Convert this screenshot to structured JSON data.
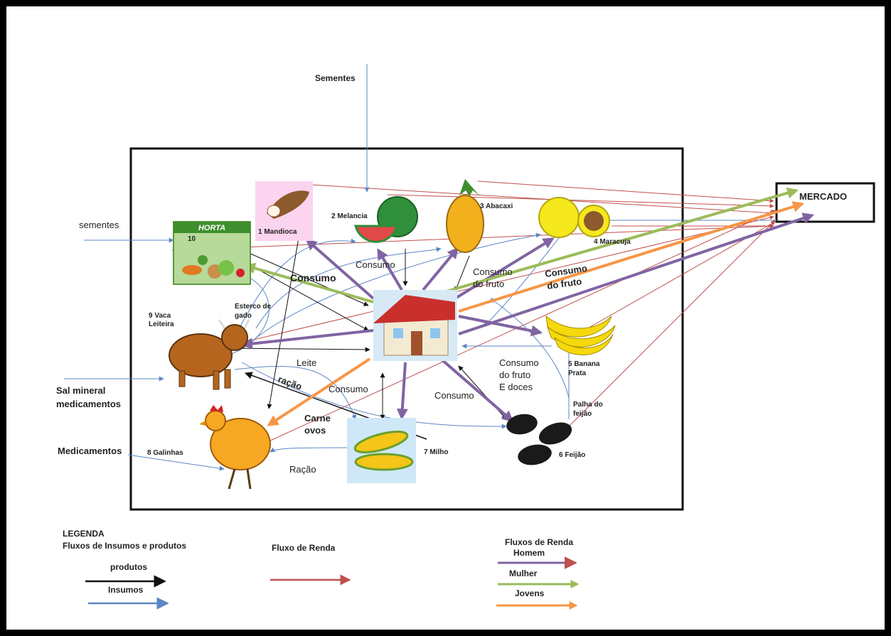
{
  "colors": {
    "produtos": "#111111",
    "insumos": "#5b87c5",
    "renda": "#c0504d",
    "homem": "#8064a2",
    "mulher": "#9bbb59",
    "jovens": "#f79646"
  },
  "market": {
    "label": "MERCADO"
  },
  "nodes": {
    "horta": {
      "label": "10",
      "sign": "HORTA"
    },
    "mandioca": {
      "label": "1 Mandioca"
    },
    "melancia": {
      "label": "2 Melancia"
    },
    "abacaxi": {
      "label": "3 Abacaxi"
    },
    "maracuja": {
      "label": "4 Maracuja"
    },
    "banana": {
      "label1": "5 Banana",
      "label2": "Prata"
    },
    "feijao": {
      "label": "6 Feijão"
    },
    "milho": {
      "label": "7 Milho"
    },
    "galinhas": {
      "label": "8 Galinhas"
    },
    "vaca": {
      "label1": "9 Vaca",
      "label2": "Leiteira"
    }
  },
  "external_inputs": {
    "sementes_top": "Sementes",
    "sementes_left": "sementes",
    "sal_mineral_1": "Sal mineral",
    "sal_mineral_2": "medicamentos",
    "medicamentos": "Medicamentos"
  },
  "flow_labels": {
    "consumo_horta": "Consumo",
    "consumo_melancia": "Consumo",
    "consumo_abacaxi_1": "Consumo",
    "consumo_abacaxi_2": "do fruto",
    "consumo_maracuja_1": "Consumo",
    "consumo_maracuja_2": "do fruto",
    "esterco_1": "Esterco de",
    "esterco_2": "gado",
    "leite": "Leite",
    "racao_bold": "ração",
    "consumo_milho": "Consumo",
    "carne_ovos_1": "Carne",
    "carne_ovos_2": "ovos",
    "racao": "Ração",
    "consumo_feijao": "Consumo",
    "consumo_banana_1": "Consumo",
    "consumo_banana_2": "do fruto",
    "consumo_banana_3": "E doces",
    "palha_1": "Palha do",
    "palha_2": "feijão"
  },
  "legend": {
    "title": "LEGENDA",
    "subtitle": "Fluxos de Insumos e produtos",
    "produtos": "produtos",
    "insumos": "Insumos",
    "renda": "Fluxo de Renda",
    "renda_genero_title": "Fluxos de Renda",
    "homem": "Homem",
    "mulher": "Mulher",
    "jovens": "Jovens"
  }
}
